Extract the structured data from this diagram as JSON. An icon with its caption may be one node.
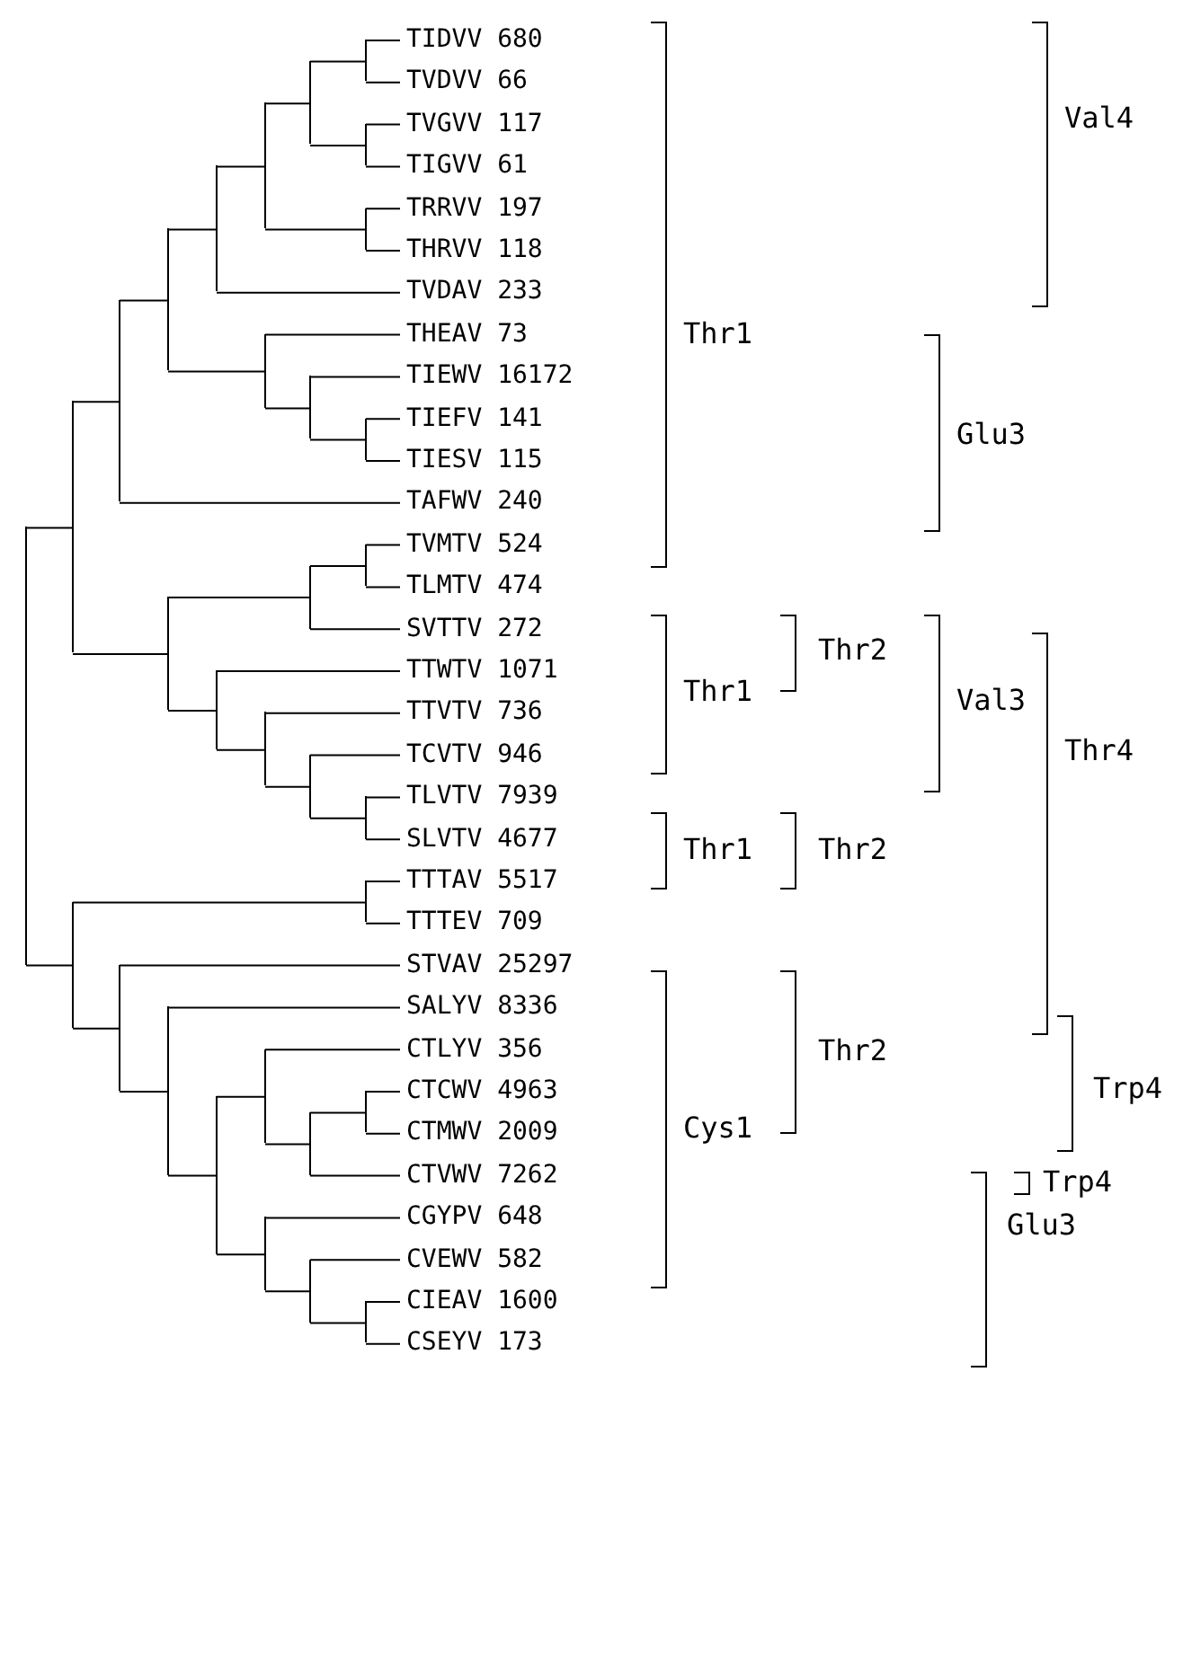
{
  "diagram": {
    "nodes": [
      {
        "text": [
          "TIDVV 680"
        ]
      },
      {
        "text": [
          "TVDVV 66"
        ]
      },
      {
        "text": [
          "TVGVV 117"
        ]
      },
      {
        "text": [
          "TIGVV 61"
        ]
      },
      {
        "text": [
          "TRRVV 197"
        ]
      },
      {
        "text": [
          "THRVV 118"
        ]
      },
      {
        "text": [
          "TVDAV 233"
        ]
      },
      {
        "text": [
          "THEAV 73"
        ]
      },
      {
        "text": [
          "TIEWV 16172"
        ]
      },
      {
        "text": [
          "TIEFV 141"
        ]
      },
      {
        "text": [
          "TIESV 115"
        ]
      },
      {
        "text": [
          "TAFWV 240"
        ]
      },
      {
        "text": [
          "TVMTV 524"
        ]
      },
      {
        "text": [
          "TLMTV 474"
        ]
      },
      {
        "text": [
          "SVTTV 272"
        ]
      },
      {
        "text": [
          "TTWTV 1071"
        ]
      },
      {
        "text": [
          "TTVTV 736"
        ]
      },
      {
        "text": [
          "TCVTV 946"
        ]
      },
      {
        "text": [
          "TLVTV 7939"
        ]
      },
      {
        "text": [
          "SLVTV 4677"
        ]
      },
      {
        "text": [
          "TTTAV 5517"
        ]
      },
      {
        "text": [
          "TTTEV 709"
        ]
      },
      {
        "text": [
          "STVAV 25297"
        ]
      },
      {
        "text": [
          "SALYV 8336"
        ]
      },
      {
        "text": [
          "CTLYV 356"
        ]
      },
      {
        "text": [
          "CTCWV 4963"
        ]
      },
      {
        "text": [
          "CTMWV 2009"
        ]
      },
      {
        "text": [
          "CTVWV 7262"
        ]
      },
      {
        "text": [
          "CGYPV 648"
        ]
      },
      {
        "text": [
          "CVEWV 582"
        ]
      },
      {
        "text": [
          "CIEAV 1600"
        ]
      },
      {
        "text": [
          "CSEYV 173"
        ]
      },
      {
        "text": [],
        "shape": "bar"
      },
      {
        "text": [],
        "shape": "bar"
      },
      {
        "text": [],
        "shape": "bar"
      },
      {
        "text": [],
        "shape": "bar"
      },
      {
        "text": [],
        "shape": "bar"
      },
      {
        "text": [],
        "shape": "bar"
      },
      {
        "text": [],
        "shape": "bar"
      },
      {
        "text": [],
        "shape": "bar"
      },
      {
        "text": [],
        "shape": "bar"
      },
      {
        "text": [],
        "shape": "bar"
      },
      {
        "text": [],
        "shape": "bar"
      },
      {
        "text": [],
        "shape": "bar"
      },
      {
        "text": [],
        "shape": "bar"
      },
      {
        "text": [],
        "shape": "bar"
      },
      {
        "text": [],
        "shape": "bar"
      },
      {
        "text": [],
        "shape": "bar"
      },
      {
        "text": [],
        "shape": "bar"
      },
      {
        "text": [],
        "shape": "bar"
      },
      {
        "text": [],
        "shape": "bar"
      },
      {
        "text": [],
        "shape": "bar"
      },
      {
        "text": [],
        "shape": "bar"
      },
      {
        "text": [],
        "shape": "bar"
      },
      {
        "text": [],
        "shape": "bar"
      },
      {
        "text": [],
        "shape": "bar"
      },
      {
        "text": [],
        "shape": "bar"
      },
      {
        "text": [],
        "shape": "bar"
      },
      {
        "text": [],
        "shape": "bar"
      },
      {
        "text": [],
        "shape": "bar"
      },
      {
        "text": [],
        "shape": "bar"
      },
      {
        "text": [],
        "shape": "bar"
      },
      {
        "text": [],
        "shape": "bar"
      }
    ],
    "edges": [
      {
        "from": 32,
        "to": 0,
        "arrow": "none"
      },
      {
        "from": 32,
        "to": 1,
        "arrow": "none"
      },
      {
        "from": 33,
        "to": 2,
        "arrow": "none"
      },
      {
        "from": 33,
        "to": 3,
        "arrow": "none"
      },
      {
        "from": 34,
        "to": 32,
        "arrow": "none"
      },
      {
        "from": 34,
        "to": 33,
        "arrow": "none"
      },
      {
        "from": 35,
        "to": 4,
        "arrow": "none"
      },
      {
        "from": 35,
        "to": 5,
        "arrow": "none"
      },
      {
        "from": 36,
        "to": 34,
        "arrow": "none"
      },
      {
        "from": 36,
        "to": 35,
        "arrow": "none"
      },
      {
        "from": 37,
        "to": 36,
        "arrow": "none"
      },
      {
        "from": 37,
        "to": 6,
        "arrow": "none"
      },
      {
        "from": 38,
        "to": 9,
        "arrow": "none"
      },
      {
        "from": 38,
        "to": 10,
        "arrow": "none"
      },
      {
        "from": 39,
        "to": 8,
        "arrow": "none"
      },
      {
        "from": 39,
        "to": 38,
        "arrow": "none"
      },
      {
        "from": 40,
        "to": 7,
        "arrow": "none"
      },
      {
        "from": 40,
        "to": 39,
        "arrow": "none"
      },
      {
        "from": 41,
        "to": 37,
        "arrow": "none"
      },
      {
        "from": 41,
        "to": 40,
        "arrow": "none"
      },
      {
        "from": 42,
        "to": 41,
        "arrow": "none"
      },
      {
        "from": 42,
        "to": 11,
        "arrow": "none"
      },
      {
        "from": 43,
        "to": 12,
        "arrow": "none"
      },
      {
        "from": 43,
        "to": 13,
        "arrow": "none"
      },
      {
        "from": 44,
        "to": 43,
        "arrow": "none"
      },
      {
        "from": 44,
        "to": 14,
        "arrow": "none"
      },
      {
        "from": 45,
        "to": 18,
        "arrow": "none"
      },
      {
        "from": 45,
        "to": 19,
        "arrow": "none"
      },
      {
        "from": 46,
        "to": 17,
        "arrow": "none"
      },
      {
        "from": 46,
        "to": 45,
        "arrow": "none"
      },
      {
        "from": 47,
        "to": 16,
        "arrow": "none"
      },
      {
        "from": 47,
        "to": 46,
        "arrow": "none"
      },
      {
        "from": 48,
        "to": 15,
        "arrow": "none"
      },
      {
        "from": 48,
        "to": 47,
        "arrow": "none"
      },
      {
        "from": 49,
        "to": 44,
        "arrow": "none"
      },
      {
        "from": 49,
        "to": 48,
        "arrow": "none"
      },
      {
        "from": 50,
        "to": 42,
        "arrow": "none"
      },
      {
        "from": 50,
        "to": 49,
        "arrow": "none"
      },
      {
        "from": 51,
        "to": 20,
        "arrow": "none"
      },
      {
        "from": 51,
        "to": 21,
        "arrow": "none"
      },
      {
        "from": 52,
        "to": 25,
        "arrow": "none"
      },
      {
        "from": 52,
        "to": 26,
        "arrow": "none"
      },
      {
        "from": 53,
        "to": 52,
        "arrow": "none"
      },
      {
        "from": 53,
        "to": 27,
        "arrow": "none"
      },
      {
        "from": 54,
        "to": 24,
        "arrow": "none"
      },
      {
        "from": 54,
        "to": 53,
        "arrow": "none"
      },
      {
        "from": 55,
        "to": 30,
        "arrow": "none"
      },
      {
        "from": 55,
        "to": 31,
        "arrow": "none"
      },
      {
        "from": 56,
        "to": 29,
        "arrow": "none"
      },
      {
        "from": 56,
        "to": 55,
        "arrow": "none"
      },
      {
        "from": 57,
        "to": 28,
        "arrow": "none"
      },
      {
        "from": 57,
        "to": 56,
        "arrow": "none"
      },
      {
        "from": 58,
        "to": 54,
        "arrow": "none"
      },
      {
        "from": 58,
        "to": 57,
        "arrow": "none"
      },
      {
        "from": 59,
        "to": 23,
        "arrow": "none"
      },
      {
        "from": 59,
        "to": 58,
        "arrow": "none"
      },
      {
        "from": 60,
        "to": 22,
        "arrow": "none"
      },
      {
        "from": 60,
        "to": 59,
        "arrow": "none"
      },
      {
        "from": 61,
        "to": 51,
        "arrow": "none"
      },
      {
        "from": 61,
        "to": 60,
        "arrow": "none"
      },
      {
        "from": 62,
        "to": 50,
        "arrow": "none"
      },
      {
        "from": 62,
        "to": 61,
        "arrow": "none"
      }
    ],
    "labels": [
      "Val4",
      "Thr1",
      "Glu3",
      "Thr2",
      "Thr1",
      "Val3",
      "Thr4",
      "Thr1",
      "Thr2",
      "Thr2",
      "Trp4",
      "Cys1",
      "Trp4",
      "Glu3"
    ]
  }
}
